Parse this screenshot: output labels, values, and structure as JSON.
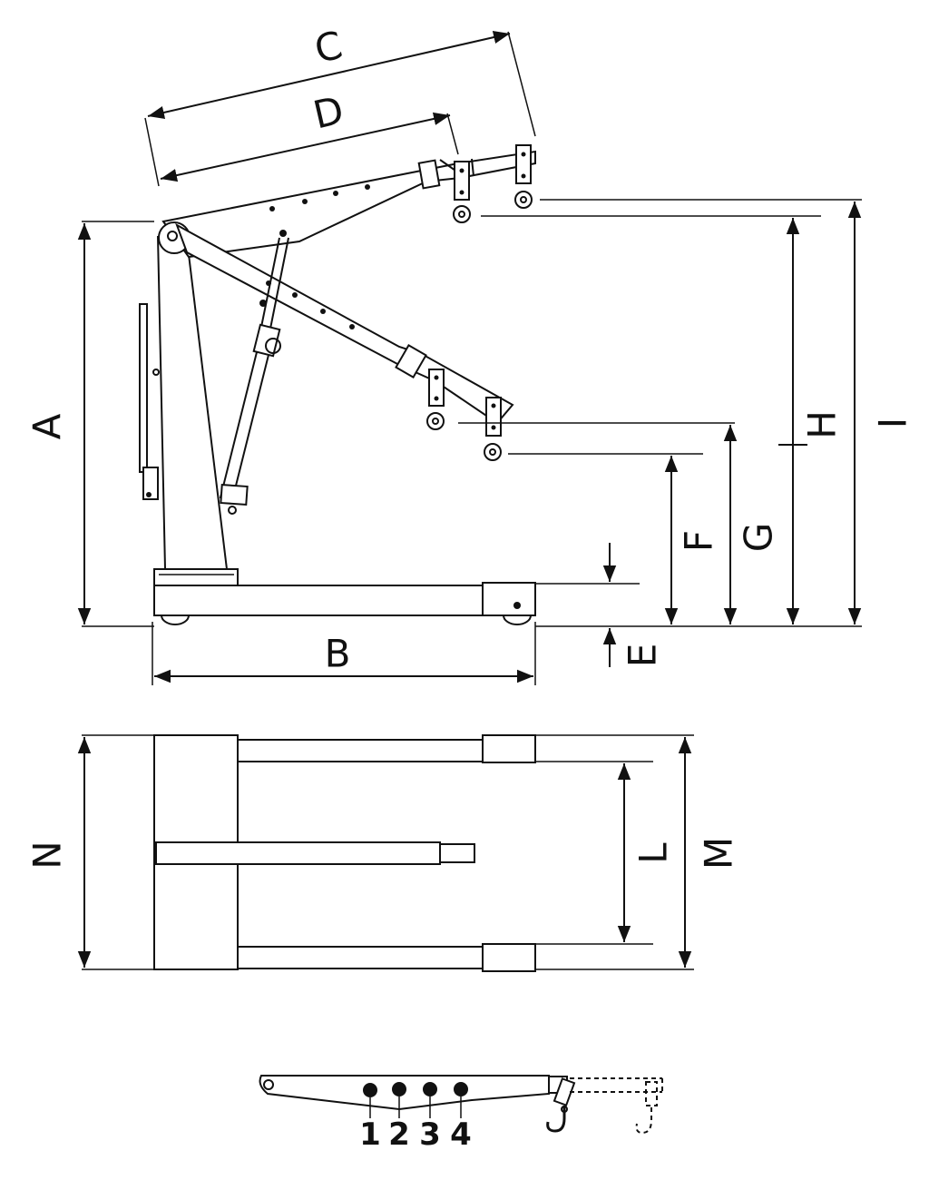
{
  "dimensions": {
    "A": "A",
    "B": "B",
    "C": "C",
    "D": "D",
    "E": "E",
    "F": "F",
    "G": "G",
    "H": "H",
    "I": "I",
    "L": "L",
    "M": "M",
    "N": "N"
  },
  "boom_positions": [
    "1",
    "2",
    "3",
    "4"
  ],
  "colors": {
    "line": "#111111",
    "background": "#ffffff"
  }
}
